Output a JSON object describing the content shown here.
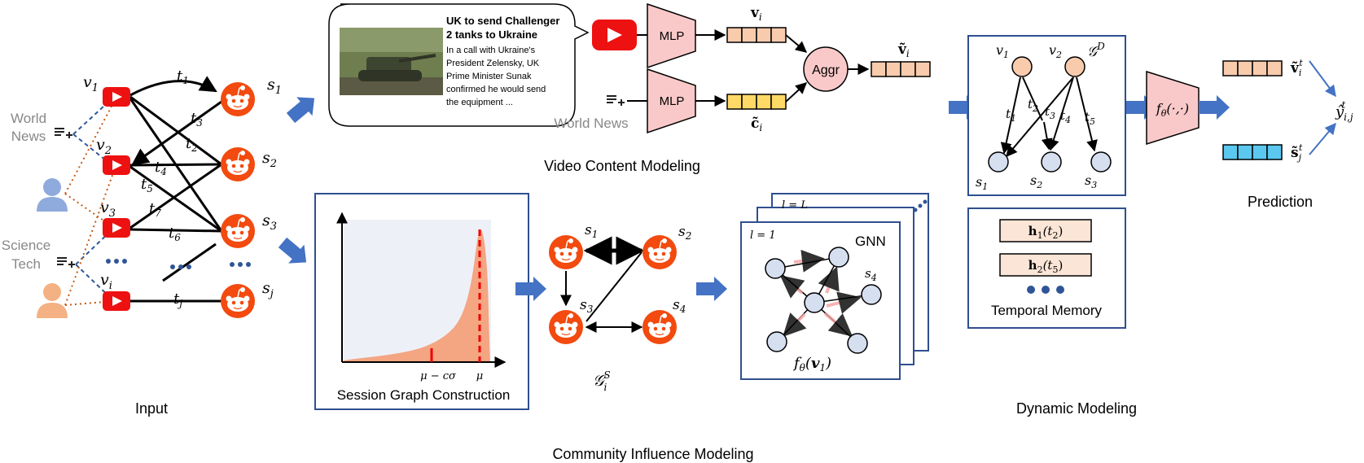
{
  "captions": {
    "input": "Input",
    "video_content": "Video Content Modeling",
    "community": "Community Influence Modeling",
    "dynamic": "Dynamic Modeling",
    "prediction": "Prediction",
    "session_graph": "Session Graph Construction",
    "temporal_memory": "Temporal Memory"
  },
  "categories": {
    "world_news": [
      "World",
      "News"
    ],
    "science_tech": [
      "Science",
      "Tech"
    ],
    "world_news_inline": "World News"
  },
  "videos": [
    "v",
    "v",
    "v",
    "v"
  ],
  "video_subscripts": [
    "1",
    "2",
    "3",
    "i"
  ],
  "subreddits": [
    "s",
    "s",
    "s",
    "s"
  ],
  "subreddit_subscripts": [
    "1",
    "2",
    "3",
    "j"
  ],
  "edges_t": [
    "t1",
    "t2",
    "t3",
    "t4",
    "t5",
    "t6",
    "t7",
    "tj"
  ],
  "news_card": {
    "headline_line1": "UK to send Challenger",
    "headline_line2": "2 tanks to Ukraine",
    "body": [
      "In a call with Ukraine's",
      "President Zelensky, UK",
      "Prime Minister Sunak",
      "confirmed he would send",
      "the equipment ..."
    ]
  },
  "modules": {
    "mlp": "MLP",
    "aggr": "Aggr",
    "gnn": "GNN",
    "f_theta": "fθ(·,·)",
    "f_theta_v1": "fθ(v1)"
  },
  "layer_labels": {
    "l1": "l = 1",
    "lL": "l = L"
  },
  "axis_labels": {
    "mu_minus": "μ − cσ",
    "mu": "μ"
  },
  "math": {
    "v_i": "vi",
    "v_tilde_i": "ṽi",
    "c_tilde_i": "c̃i",
    "graph_D": "𝒢D",
    "graph_S": "𝒢iS",
    "h1": "h1(t2)",
    "h2": "h2(t5)",
    "v_tilde_it": "ṽit",
    "s_tilde_jt": "s̃jt",
    "y_hat": "ŷi,jt"
  },
  "colors": {
    "youtube_red": "#ee1111",
    "reddit_orange": "#f24a0f",
    "block_blue": "#4472c4",
    "box_border": "#2f4f8f",
    "peach": "#f8cbad",
    "yellow": "#ffd966",
    "cyan": "#5bc8f0",
    "node_blue": "#d6dff0",
    "node_orange": "#f8cbad",
    "mlp_pink": "#f9c9c9",
    "user_blue": "#8faadc",
    "user_orange": "#f4b183",
    "hist_fill": "#f4a582"
  }
}
